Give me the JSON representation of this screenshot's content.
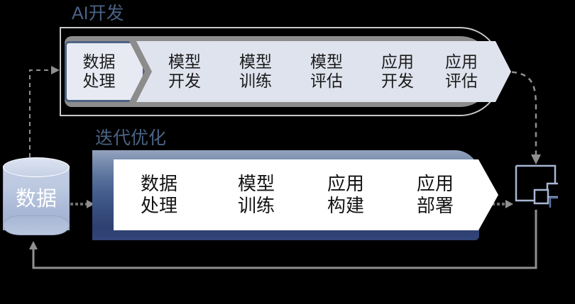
{
  "diagram": {
    "title_ai_dev": "AI开发",
    "title_iteration": "迭代优化",
    "data_store_label": "数据",
    "ai_pipeline_steps": [
      {
        "line1": "数据",
        "line2": "处理"
      },
      {
        "line1": "模型",
        "line2": "开发"
      },
      {
        "line1": "模型",
        "line2": "训练"
      },
      {
        "line1": "模型",
        "line2": "评估"
      },
      {
        "line1": "应用",
        "line2": "开发"
      },
      {
        "line1": "应用",
        "line2": "评估"
      }
    ],
    "iteration_pipeline_steps": [
      {
        "line1": "数据",
        "line2": "处理"
      },
      {
        "line1": "模型",
        "line2": "训练"
      },
      {
        "line1": "应用",
        "line2": "构建"
      },
      {
        "line1": "应用",
        "line2": "部署"
      }
    ],
    "icons": {
      "data_store": "database-cylinder-icon",
      "application": "application-window-icon"
    },
    "connectors": [
      {
        "name": "data-to-ai-pipeline",
        "style": "dashed",
        "direction": "up-right"
      },
      {
        "name": "ai-pipeline-to-application",
        "style": "dashed",
        "direction": "down-right"
      },
      {
        "name": "data-to-iteration-pipeline",
        "style": "dashed",
        "direction": "right"
      },
      {
        "name": "iteration-pipeline-to-application",
        "style": "dashed",
        "direction": "right"
      },
      {
        "name": "application-feedback-to-data",
        "style": "solid",
        "direction": "left-up"
      }
    ],
    "colors": {
      "background": "#000000",
      "title_text": "#4a6384",
      "top_band": "#8c8c8c",
      "top_chevron": "#dfe3ee",
      "top_chevron_active_border": "#4d6384",
      "bottom_bar_dark": "#2e4070",
      "bottom_bar_light": "#94a4be",
      "bottom_chevron": "#ffffff",
      "connector_gray": "#8f8f8f",
      "icon_outline": "#a8b6d4"
    }
  }
}
